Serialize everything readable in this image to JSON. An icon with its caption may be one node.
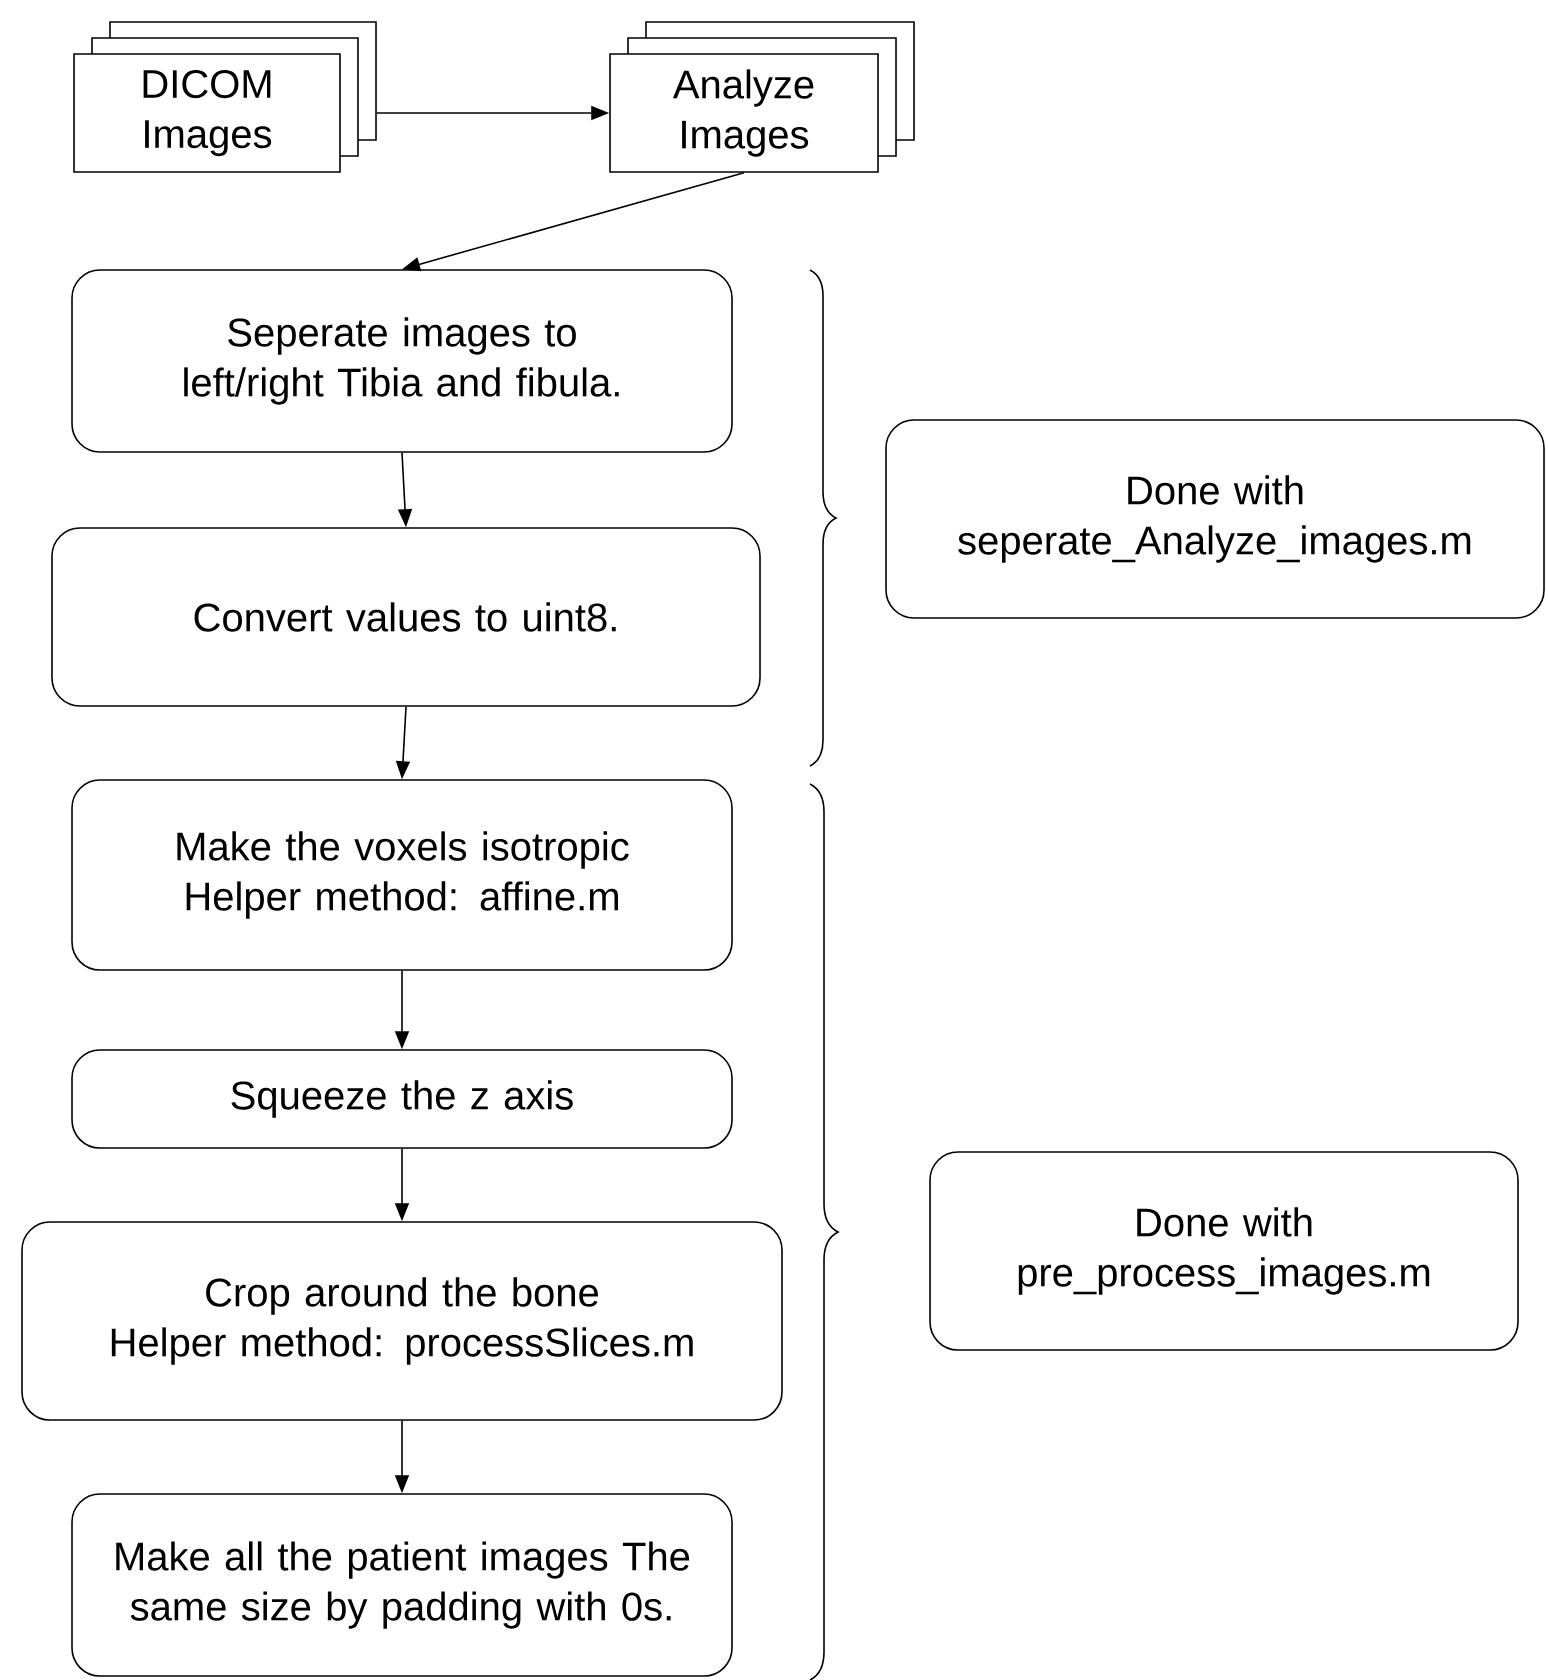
{
  "diagram": {
    "nodes": [
      {
        "text": [
          "DICOM Images"
        ]
      },
      {
        "text": [
          "Analyze Images"
        ]
      },
      {
        "text": [
          "Seperate images to left/right Tibia and fibula."
        ]
      },
      {
        "text": [
          "Convert values to uint8."
        ]
      },
      {
        "text": [
          "Make the voxels isotropic",
          "Helper method: affine.m"
        ]
      },
      {
        "text": [
          "Squeeze the z axis"
        ]
      },
      {
        "text": [
          "Crop around the bone",
          "Helper method: processSlices.m"
        ]
      },
      {
        "text": [
          "Make all the patient images The same size by padding with 0s."
        ]
      },
      {
        "text": [
          "Done with seperate_Analyze_images.m"
        ]
      },
      {
        "text": [
          "Done with pre_process_images.m"
        ]
      }
    ],
    "edges": [
      {
        "from": 0,
        "to": 1,
        "arrow": "to"
      },
      {
        "from": 1,
        "to": 2,
        "arrow": "to"
      },
      {
        "from": 2,
        "to": 3,
        "arrow": "to"
      },
      {
        "from": 3,
        "to": 4,
        "arrow": "to"
      },
      {
        "from": 4,
        "to": 5,
        "arrow": "to"
      },
      {
        "from": 5,
        "to": 6,
        "arrow": "to"
      },
      {
        "from": 6,
        "to": 7,
        "arrow": "to"
      }
    ]
  }
}
